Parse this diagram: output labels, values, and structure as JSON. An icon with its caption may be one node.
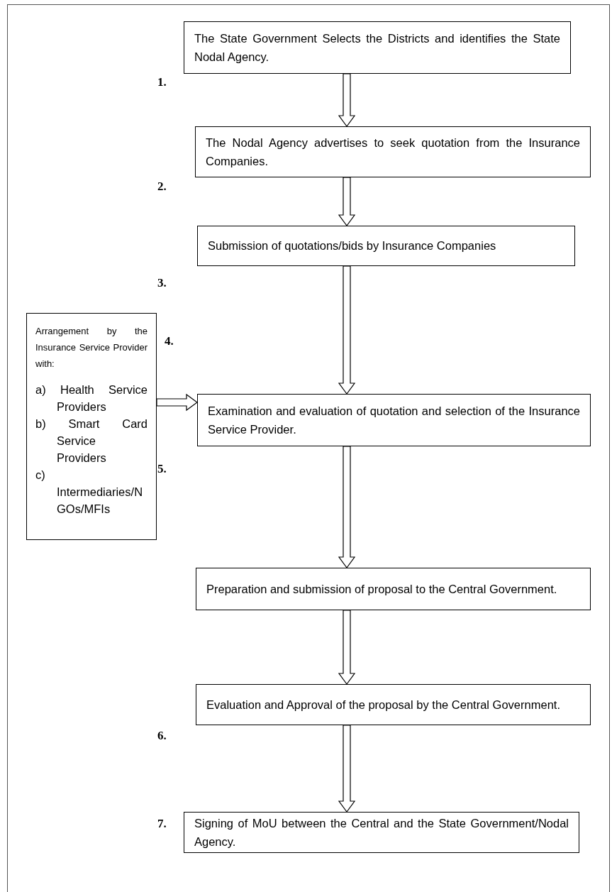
{
  "diagram": {
    "nodes": [
      {
        "text": [
          "The State Government Selects the Districts and identifies the State Nodal Agency."
        ],
        "beside": [
          "1."
        ]
      },
      {
        "text": [
          "The Nodal Agency advertises to seek quotation from the Insurance Companies."
        ],
        "beside": [
          "2."
        ]
      },
      {
        "text": [
          "Submission of quotations/bids by Insurance Companies"
        ],
        "beside": [
          "3."
        ]
      },
      {
        "text": [
          "Examination and evaluation of quotation and selection of the Insurance Service Provider."
        ]
      },
      {
        "text": [
          "Preparation and submission of proposal to the Central Government."
        ]
      },
      {
        "text": [
          "Evaluation and Approval of the proposal by the Central Government."
        ],
        "beside": [
          "6."
        ]
      },
      {
        "text": [
          "Signing of MoU between the Central and the State Government/Nodal Agency."
        ],
        "beside": [
          "7."
        ]
      },
      {
        "text": [
          "Arrangement by the Insurance Service Provider with:",
          "a) Health Service Providers",
          "b) Smart Card Service Providers",
          "c) Intermediaries/NGOs/MFIs"
        ]
      }
    ],
    "edges": [
      {
        "from": 0,
        "to": 1,
        "arrow": "to"
      },
      {
        "from": 1,
        "to": 2,
        "arrow": "to"
      },
      {
        "from": 2,
        "to": 3,
        "arrow": "to"
      },
      {
        "from": 3,
        "to": 4,
        "arrow": "to"
      },
      {
        "from": 4,
        "to": 5,
        "arrow": "to"
      },
      {
        "from": 5,
        "to": 6,
        "arrow": "to"
      },
      {
        "from": 7,
        "to": 3,
        "arrow": "to"
      }
    ],
    "labels": [
      "4.",
      "5."
    ]
  }
}
